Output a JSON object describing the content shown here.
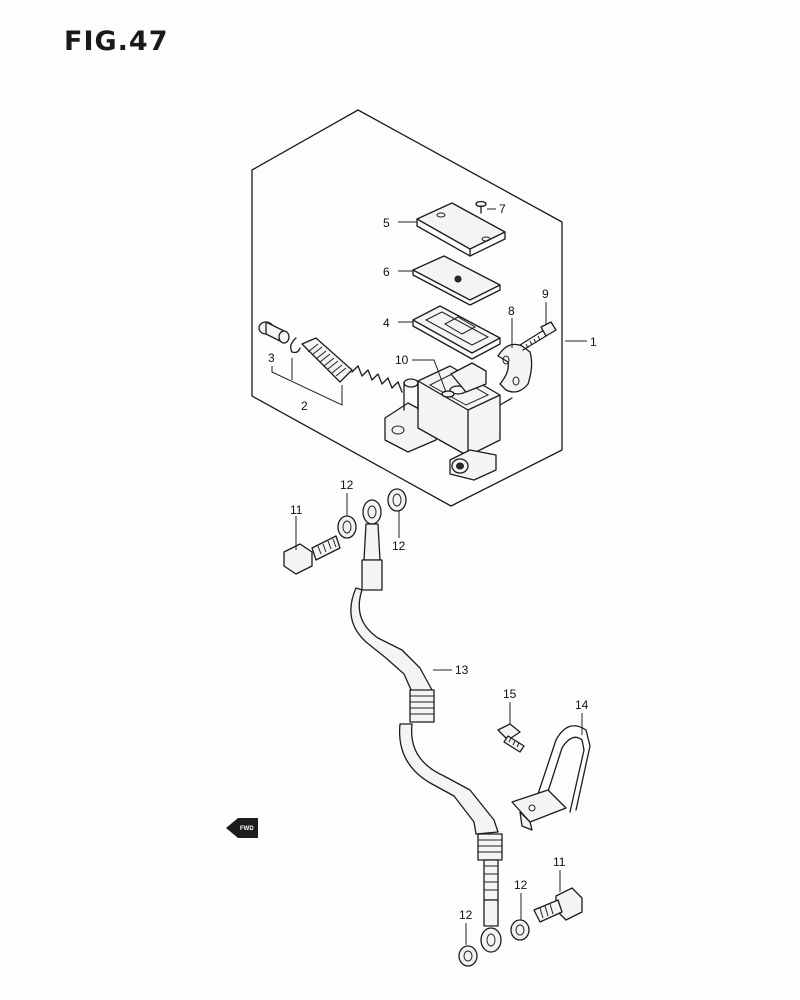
{
  "figure": {
    "title": "FIG.47"
  },
  "callouts": [
    "1",
    "2",
    "3",
    "4",
    "5",
    "6",
    "7",
    "8",
    "9",
    "10",
    "11",
    "12",
    "12",
    "11",
    "13",
    "14",
    "15",
    "11",
    "12",
    "12"
  ],
  "direction_marker": {
    "label": "FWD",
    "icon": "forward-arrow-icon"
  }
}
